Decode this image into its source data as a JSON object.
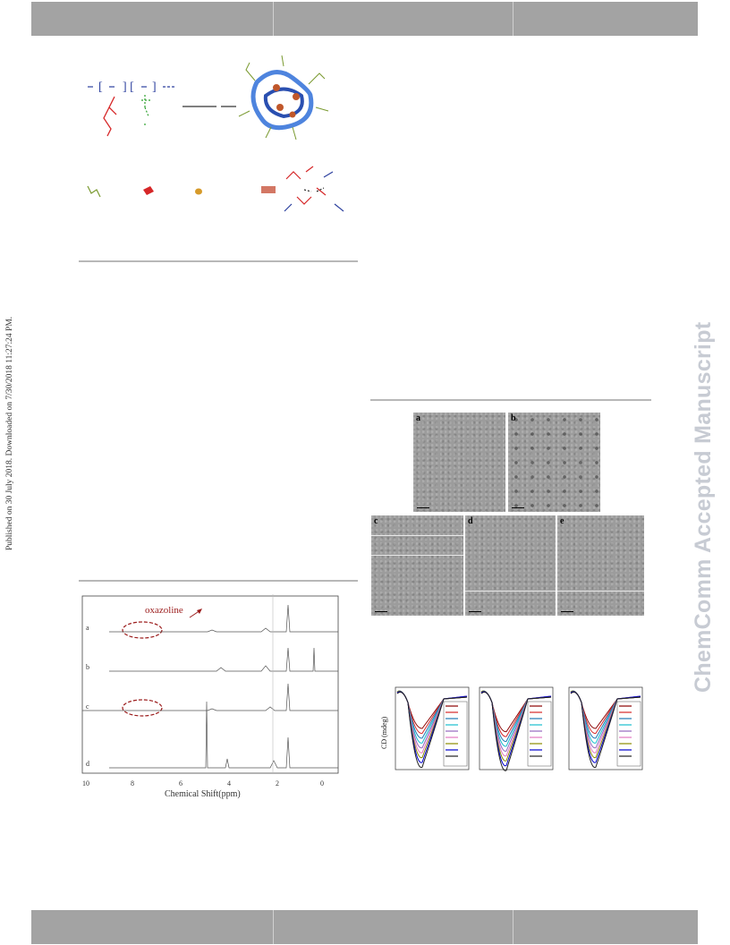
{
  "sidebar_note": "Published on 30 July 2018. Downloaded on 7/30/2018 11:27:24 PM.",
  "watermark": "ChemComm Accepted Manuscript",
  "nmr_figure": {
    "annotation": "oxazoline",
    "trace_labels": [
      "a",
      "b",
      "c",
      "d"
    ],
    "x_ticks": [
      "10",
      "8",
      "6",
      "4",
      "2",
      "0"
    ],
    "xlabel": "Chemical Shift(ppm)",
    "colors": {
      "annotation": "#9b1c1c",
      "trace": "#555555"
    }
  },
  "tem_figure": {
    "panels": [
      {
        "label": "a"
      },
      {
        "label": "b"
      },
      {
        "label": "c"
      },
      {
        "label": "d"
      },
      {
        "label": "e"
      }
    ]
  },
  "cd_figure": {
    "ylabel": "CD (mdeg)",
    "series_colors": [
      "#8b0000",
      "#d62728",
      "#1f77b4",
      "#17becf",
      "#9467bd",
      "#e377c2",
      "#8c8c00",
      "#0000cd",
      "#222222"
    ]
  },
  "colors": {
    "header_bar": "#a3a3a3",
    "rule": "#b8b8b8",
    "watermark": "#c7cbd3"
  }
}
